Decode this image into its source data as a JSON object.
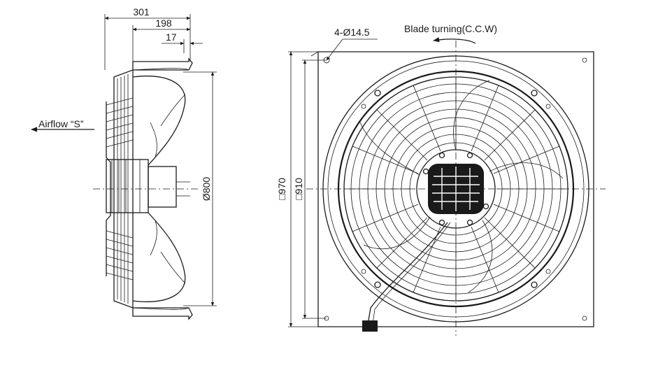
{
  "labels": {
    "depth_overall": "301",
    "depth_mid": "198",
    "depth_small": "17",
    "airflow": "Airflow “S”",
    "diameter": "Ø800",
    "holes": "4-Ø14.5",
    "blade_turning": "Blade turning(C.C.W)",
    "plate_outer": "□970",
    "plate_inner": "□910"
  },
  "colors": {
    "line": "#1a1a1a",
    "background": "#ffffff"
  }
}
